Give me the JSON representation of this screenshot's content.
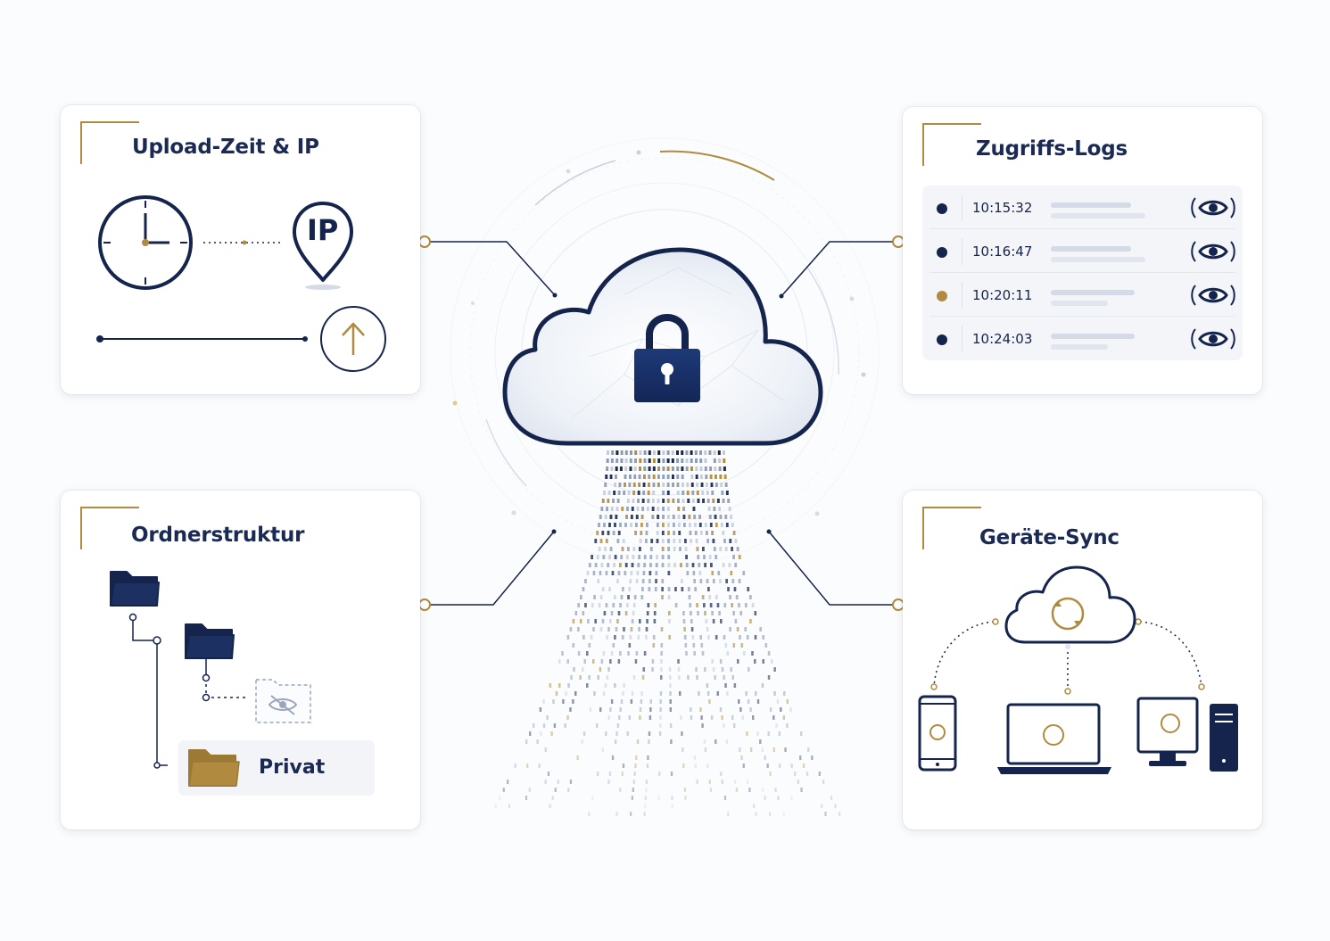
{
  "colors": {
    "navy": "#15244d",
    "gold": "#b08a3e",
    "light": "#d4dae6",
    "background": "#fbfcfd"
  },
  "center": {
    "icon": "cloud-lock-icon"
  },
  "cards": {
    "upload": {
      "title": "Upload-Zeit & IP",
      "ip_text": "IP",
      "icons": [
        "clock-icon",
        "ip-pin-icon",
        "upload-arrow-icon"
      ]
    },
    "logs": {
      "title": "Zugriffs-Logs",
      "entries": [
        {
          "time": "10:15:32",
          "status_color": "#15244d",
          "icon": "eye-icon"
        },
        {
          "time": "10:16:47",
          "status_color": "#15244d",
          "icon": "eye-icon"
        },
        {
          "time": "10:20:11",
          "status_color": "#b08a3e",
          "icon": "eye-icon"
        },
        {
          "time": "10:24:03",
          "status_color": "#15244d",
          "icon": "eye-icon"
        }
      ]
    },
    "folders": {
      "title": "Ordnerstruktur",
      "private_label": "Privat",
      "icons": [
        "folder-icon",
        "subfolder-icon",
        "hidden-folder-icon",
        "private-folder-icon"
      ]
    },
    "sync": {
      "title": "Geräte-Sync",
      "icons": [
        "sync-cloud-icon",
        "smartphone-icon",
        "laptop-icon",
        "desktop-icon"
      ]
    }
  }
}
